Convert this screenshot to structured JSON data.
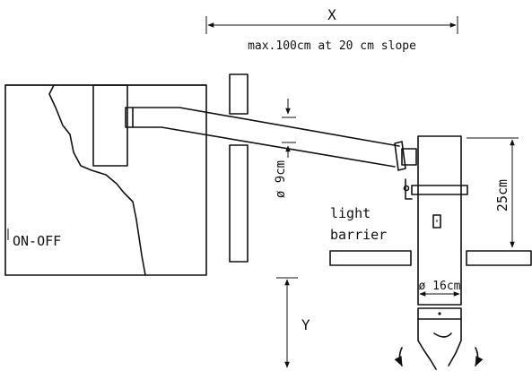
{
  "labels": {
    "dim_x": "X",
    "dim_x_note": "max.100cm at 20 cm slope",
    "dim_pipe": "ø 9cm",
    "dim_height": "25cm",
    "light_barrier_line1": "light",
    "light_barrier_line2": "barrier",
    "dim_outlet": "ø 16cm",
    "dim_y": "Y",
    "switch": "ON-OFF"
  },
  "colors": {
    "line": "#111111",
    "background": "#ffffff"
  }
}
